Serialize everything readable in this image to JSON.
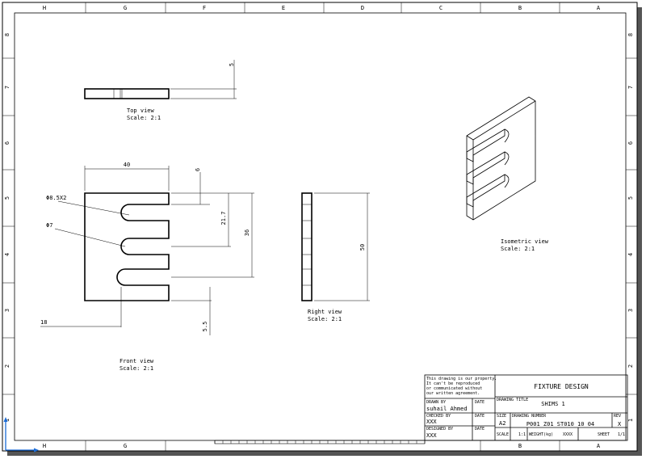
{
  "zone_letters": [
    "H",
    "G",
    "F",
    "E",
    "D",
    "C",
    "B",
    "A"
  ],
  "zone_numbers": [
    "8",
    "7",
    "6",
    "5",
    "4",
    "3",
    "2",
    "1"
  ],
  "views": {
    "top": {
      "title": "Top view",
      "scale": "Scale:  2:1"
    },
    "front": {
      "title": "Front view",
      "scale": "Scale:  2:1"
    },
    "right": {
      "title": "Right view",
      "scale": "Scale: 2:1"
    },
    "iso": {
      "title": "Isometric view",
      "scale": "Scale:  2:1"
    }
  },
  "dimensions": {
    "top_thickness": "5",
    "front_width": "40",
    "front_gap": "6",
    "front_slot_dia": "Φ8.5X2",
    "front_hole_dia": "Φ7",
    "front_pitch": "21.7",
    "front_height": "36",
    "front_offset": "18",
    "front_bottom": "5.5",
    "right_height": "50"
  },
  "title_block": {
    "note": [
      "This drawing is our property.",
      "It can't be reproduced",
      "or communicated without",
      "our written agreement."
    ],
    "company": "FIXTURE DESIGN",
    "drawing_title_label": "DRAWING TITLE",
    "drawing_title": "SHIMS 1",
    "drawn_by_label": "DRAWN BY",
    "drawn_by": "suhail Ahmed",
    "date_label": "DATE",
    "checked_by_label": "CHECKED BY",
    "checked_by": "XXX",
    "designed_by_label": "DESIGNED BY",
    "designed_by": "XXX",
    "size_label": "SIZE",
    "size": "A2",
    "drawing_number_label": "DRAWING NUMBER",
    "drawing_number": "P001 Z01 ST010 10 04",
    "rev_label": "REV",
    "rev": "X",
    "scale_label": "SCALE",
    "scale": "1:1",
    "weight_label": "WEIGHT(kg)",
    "weight": "XXXX",
    "sheet_label": "SHEET",
    "sheet": "1/1"
  }
}
